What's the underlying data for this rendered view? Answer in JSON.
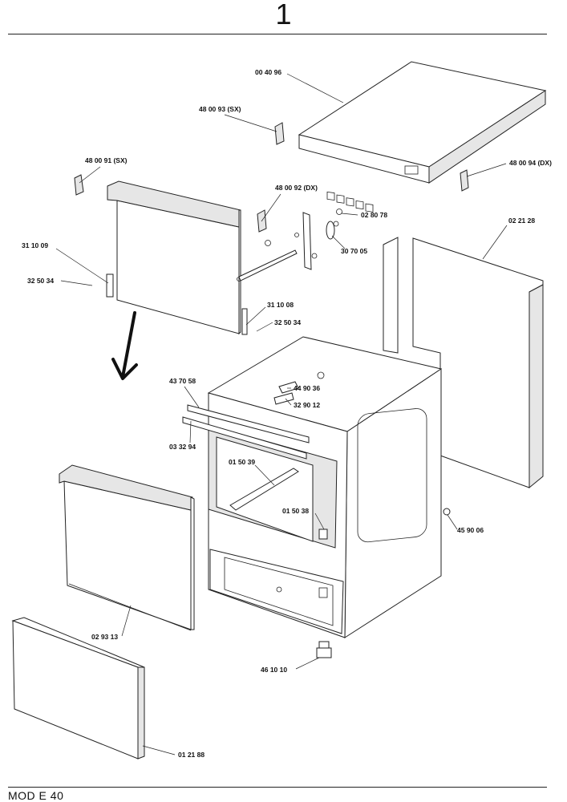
{
  "header": {
    "page_number": "1"
  },
  "footer": {
    "model": "MOD  E 40"
  },
  "callouts": [
    "00 40 96",
    "48 00 93 (SX)",
    "48 00 91 (SX)",
    "48 00 94 (DX)",
    "48 00 92 (DX)",
    "02 80 78",
    "02 21 28",
    "31 10 09",
    "32 50 34",
    "30 70 05",
    "31 10 08",
    "32 50 34",
    "43 70 58",
    "44 90 36",
    "32 90 12",
    "03 32 94",
    "01 50 39",
    "01 50 38",
    "45 90 06",
    "02 93 13",
    "46 10 10",
    "01 21 88"
  ]
}
